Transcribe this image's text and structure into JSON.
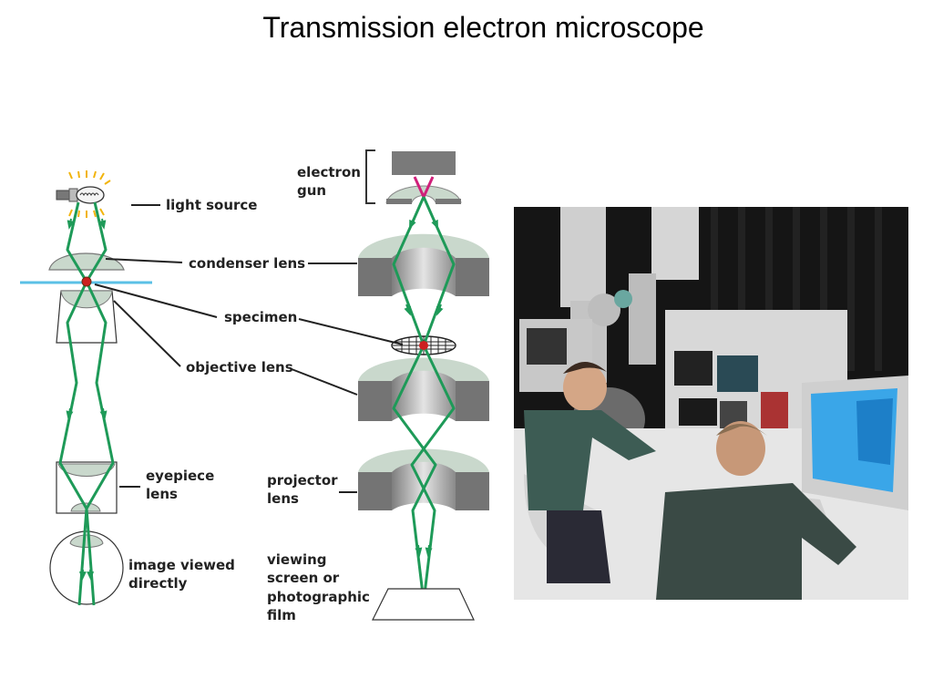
{
  "slide": {
    "title": "Transmission electron microscope"
  },
  "labels": {
    "light_source": "light source",
    "condenser_lens": "condenser lens",
    "specimen": "specimen",
    "objective_lens": "objective lens",
    "eyepiece_lens_1": "eyepiece",
    "eyepiece_lens_2": "lens",
    "image_viewed_1": "image viewed",
    "image_viewed_2": "directly",
    "electron_gun_1": "electron",
    "electron_gun_2": "gun",
    "projector_lens_1": "projector",
    "projector_lens_2": "lens",
    "viewing_screen_1": "viewing",
    "viewing_screen_2": "screen or",
    "viewing_screen_3": "photographic",
    "viewing_screen_4": "film"
  },
  "colors": {
    "ray": "#1e9a58",
    "lens_fill": "#c9d8cc",
    "lens_gray": "#707070",
    "specimen_line": "#5bc0e6",
    "electron_beam": "#d0207a",
    "specimen_dot": "#cc2020",
    "bulb_rays": "#f2b40c"
  }
}
